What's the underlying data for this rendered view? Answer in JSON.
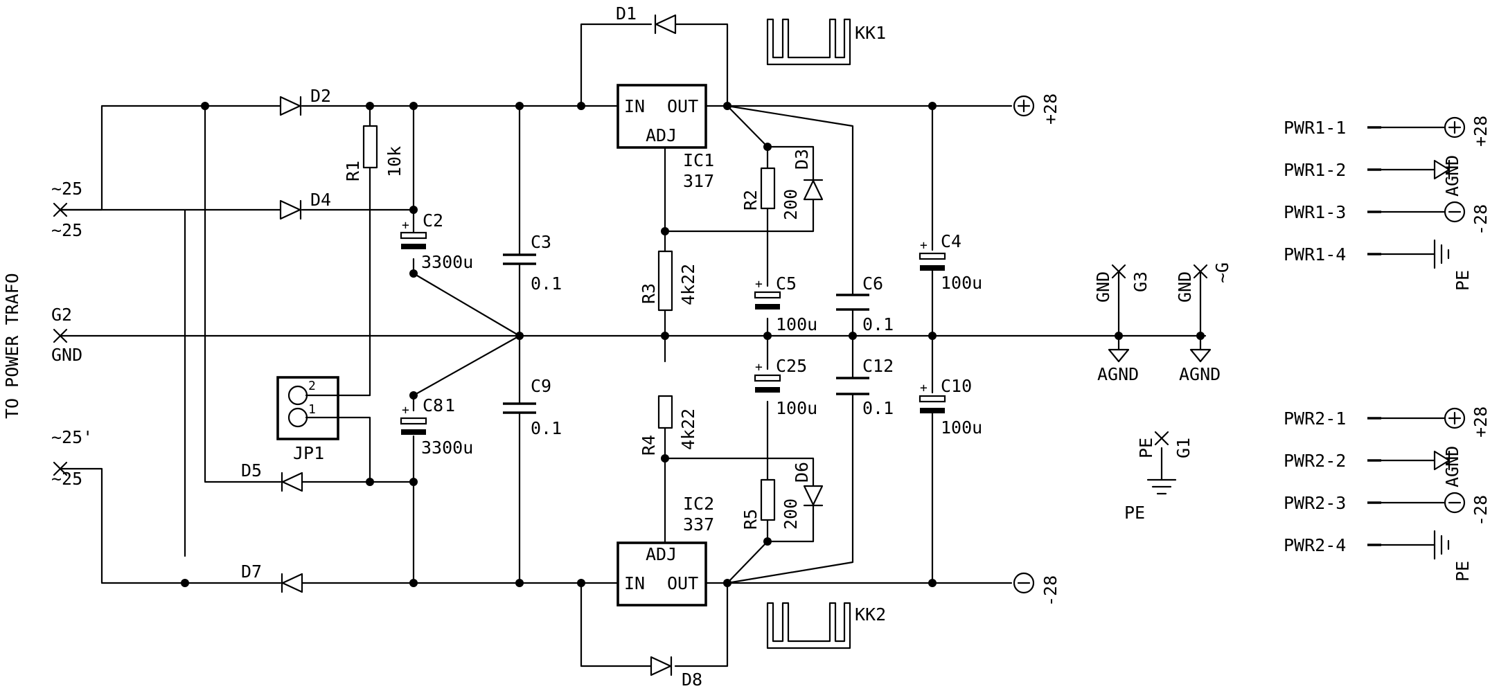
{
  "side_label": "TO POWER TRAFO",
  "inputs": {
    "g2_name": "G2",
    "g2_net": "GND",
    "ac1_top": "~25",
    "ac1_bottom": "~25",
    "ac2_top": "~25'",
    "ac2_bottom": "~25"
  },
  "diodes": {
    "d1": "D1",
    "d2": "D2",
    "d3": "D3",
    "d4": "D4",
    "d5": "D5",
    "d6": "D6",
    "d7": "D7",
    "d8": "D8"
  },
  "resistors": {
    "r1_name": "R1",
    "r1_value": "10k",
    "r2_name": "R2",
    "r2_value": "200",
    "r3_name": "R3",
    "r3_value": "4k22",
    "r4_name": "R4",
    "r4_value": "4k22",
    "r5_name": "R5",
    "r5_value": "200"
  },
  "capacitors": {
    "c2_name": "C2",
    "c2_value": "3300u",
    "c8_name": "C8",
    "c8_suffix": "1",
    "c8_value": "3300u",
    "c3_name": "C3",
    "c3_value": "0.1",
    "c9_name": "C9",
    "c9_value": "0.1",
    "c5_name": "C5",
    "c5_value": "100u",
    "c25_name": "C25",
    "c25_value": "100u",
    "c6_name": "C6",
    "c6_value": "0.1",
    "c12_name": "C12",
    "c12_value": "0.1",
    "c4_name": "C4",
    "c4_value": "100u",
    "c10_name": "C10",
    "c10_value": "100u"
  },
  "regulators": {
    "ic1": {
      "name": "IC1",
      "value": "317",
      "in": "IN",
      "out": "OUT",
      "adj": "ADJ"
    },
    "ic2": {
      "name": "IC2",
      "value": "337",
      "in": "IN",
      "out": "OUT",
      "adj": "ADJ"
    }
  },
  "heatsinks": {
    "kk1": "KK1",
    "kk2": "KK2"
  },
  "jumper": {
    "name": "JP1",
    "pin1": "1",
    "pin2": "2"
  },
  "rails": {
    "positive": "+28",
    "negative": "-28"
  },
  "ground_pins": {
    "g3_name": "G3",
    "g3_net": "GND",
    "g_name": "~G",
    "g_net": "GND",
    "agnd": "AGND",
    "g1_name": "G1",
    "g1_net": "PE",
    "pe": "PE"
  },
  "pwr1": {
    "pins": [
      "PWR1-1",
      "PWR1-2",
      "PWR1-3",
      "PWR1-4"
    ],
    "nets": [
      "+28",
      "AGND",
      "-28",
      "PE"
    ]
  },
  "pwr2": {
    "pins": [
      "PWR2-1",
      "PWR2-2",
      "PWR2-3",
      "PWR2-4"
    ],
    "nets": [
      "+28",
      "AGND",
      "-28",
      "PE"
    ]
  }
}
